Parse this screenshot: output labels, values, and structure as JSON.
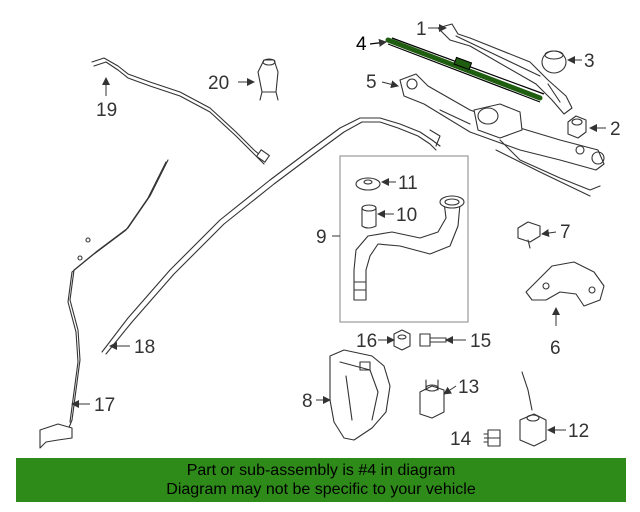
{
  "callouts": {
    "c1": "1",
    "c2": "2",
    "c3": "3",
    "c4": "4",
    "c5": "5",
    "c6": "6",
    "c7": "7",
    "c8": "8",
    "c9": "9",
    "c10": "10",
    "c11": "11",
    "c12": "12",
    "c13": "13",
    "c14": "14",
    "c15": "15",
    "c16": "16",
    "c17": "17",
    "c18": "18",
    "c19": "19",
    "c20": "20"
  },
  "banner": {
    "line1": "Part or sub-assembly is #4 in diagram",
    "line2": "Diagram may not be specific to your vehicle"
  },
  "colors": {
    "banner": "#2e8b1a",
    "highlight_part": "#1f5e10",
    "line": "#333333"
  }
}
